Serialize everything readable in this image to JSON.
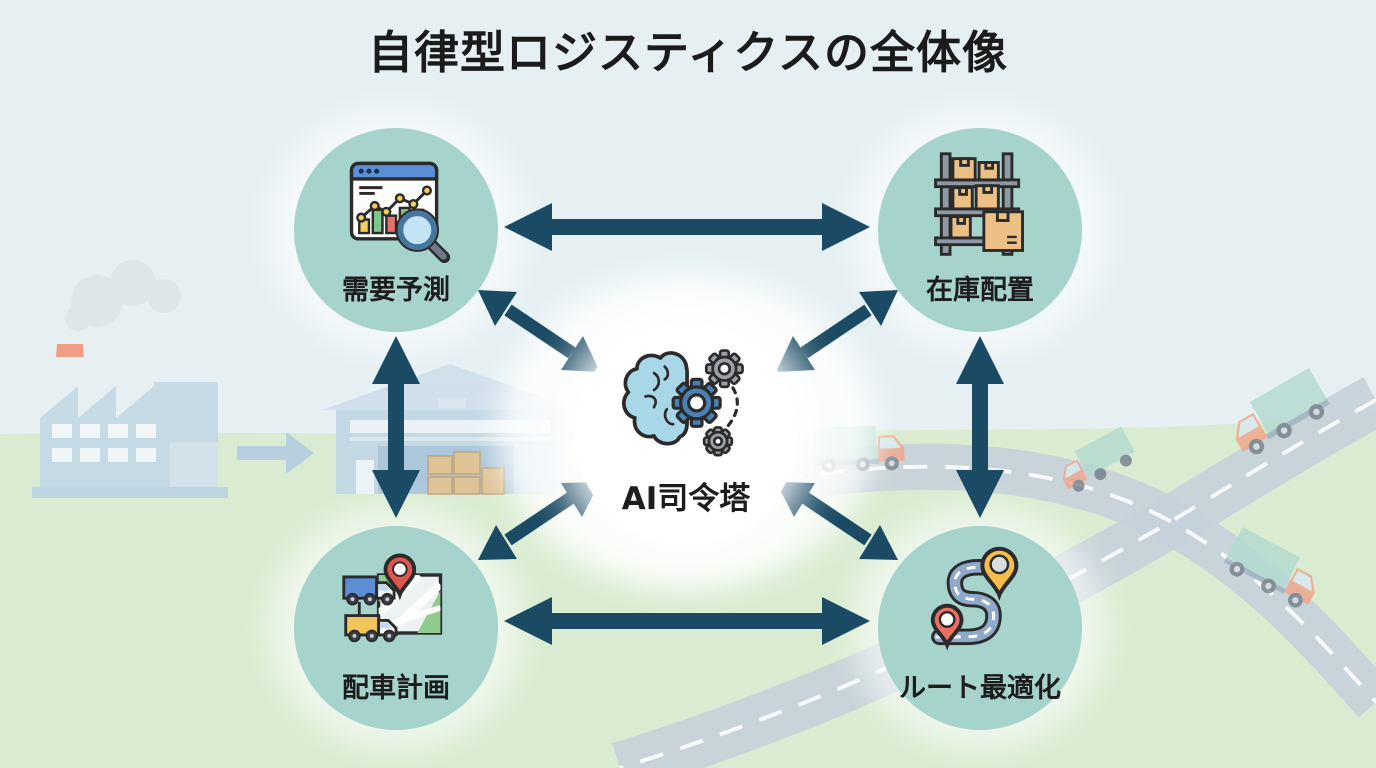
{
  "title": "自律型ロジスティクスの全体像",
  "diagram": {
    "center": {
      "id": "ai-control-tower",
      "label": "AI司令塔",
      "icon": "brain-gears-icon"
    },
    "nodes": [
      {
        "id": "demand-forecast",
        "label": "需要予測",
        "icon": "chart-magnifier-icon",
        "position": "top-left"
      },
      {
        "id": "inventory-placement",
        "label": "在庫配置",
        "icon": "shelf-boxes-icon",
        "position": "top-right"
      },
      {
        "id": "dispatch-planning",
        "label": "配車計画",
        "icon": "trucks-map-icon",
        "position": "bottom-left"
      },
      {
        "id": "route-optimization",
        "label": "ルート最適化",
        "icon": "route-pins-icon",
        "position": "bottom-right"
      }
    ],
    "connections": [
      {
        "from": "需要予測",
        "to": "在庫配置",
        "bidirectional": true
      },
      {
        "from": "配車計画",
        "to": "ルート最適化",
        "bidirectional": true
      },
      {
        "from": "需要予測",
        "to": "配車計画",
        "bidirectional": true
      },
      {
        "from": "在庫配置",
        "to": "ルート最適化",
        "bidirectional": true
      },
      {
        "from": "AI司令塔",
        "to": "需要予測",
        "bidirectional": true
      },
      {
        "from": "AI司令塔",
        "to": "在庫配置",
        "bidirectional": true
      },
      {
        "from": "AI司令塔",
        "to": "配車計画",
        "bidirectional": true
      },
      {
        "from": "AI司令塔",
        "to": "ルート最適化",
        "bidirectional": true
      }
    ],
    "colors": {
      "arrow": "#1a4a64",
      "node_circle": "#a6d3cb",
      "center_circle": "#ffffff",
      "sky": "#e6f0f3",
      "ground": "#d9ecd1",
      "title_text": "#1b1b1b"
    }
  },
  "background_scene": {
    "elements": [
      "factory with smoking chimney",
      "warehouse with boxes",
      "gray flow arrow",
      "delivery trucks with teal cargo and orange cabs",
      "road intersection with dashed lines"
    ]
  }
}
